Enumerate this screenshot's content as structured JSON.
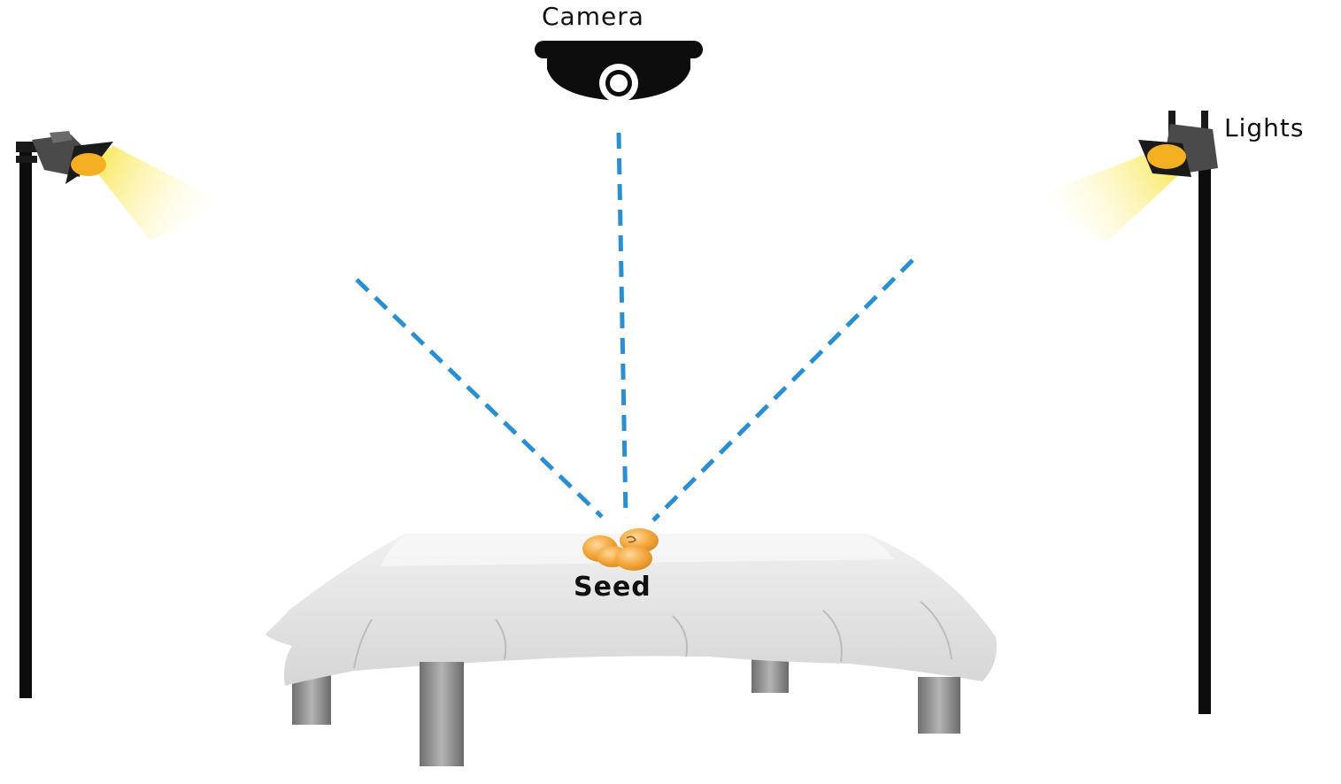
{
  "labels": {
    "camera": "Camera",
    "lights": "Lights",
    "seed": "Seed"
  },
  "icons": {
    "camera": "dome-camera-icon",
    "light_left": "spotlight-icon",
    "light_right": "spotlight-icon",
    "seed": "seed-cluster-icon",
    "table": "table-icon"
  },
  "colors": {
    "dashed_lines": "#2a8fd0",
    "light_beam": "#f7e23a",
    "lamp_bulb": "#f4b020",
    "seed": "#f0a030",
    "pole": "#0d0d0d",
    "tablecloth": "#e4e4e4",
    "table_legs": "#8c8c8c"
  }
}
